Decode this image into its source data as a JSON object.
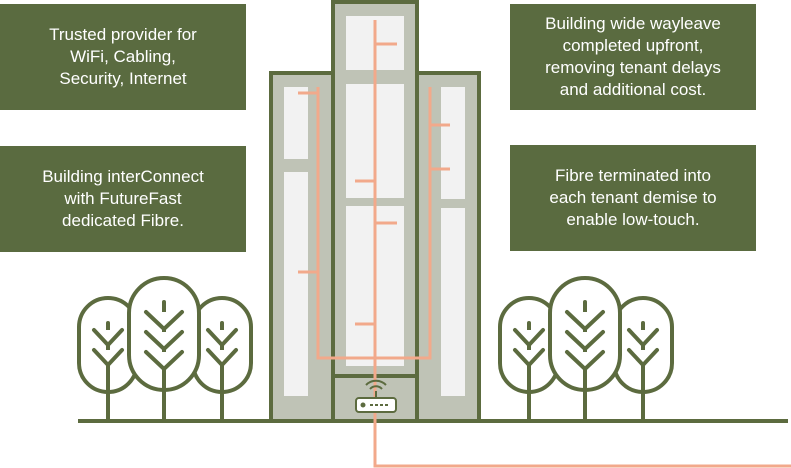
{
  "boxes": {
    "top_left": "Trusted provider for\nWiFi, Cabling,\nSecurity, Internet",
    "mid_left": "Building interConnect\nwith FutureFast\ndedicated Fibre.",
    "top_right": "Building wide wayleave\ncompleted upfront,\nremoving tenant delays\nand additional cost.",
    "mid_right": "Fibre terminated into\neach tenant demise to\nenable low-touch."
  },
  "colors": {
    "box_bg": "#5a6b40",
    "box_text": "#ffffff",
    "outline": "#5c6b3f",
    "building_fill": "#bfc3b6",
    "window_fill": "#f2f2f2",
    "fibre": "#f2a98b"
  },
  "icons": {
    "router": "wifi-router-icon",
    "tree": "tree-icon"
  }
}
